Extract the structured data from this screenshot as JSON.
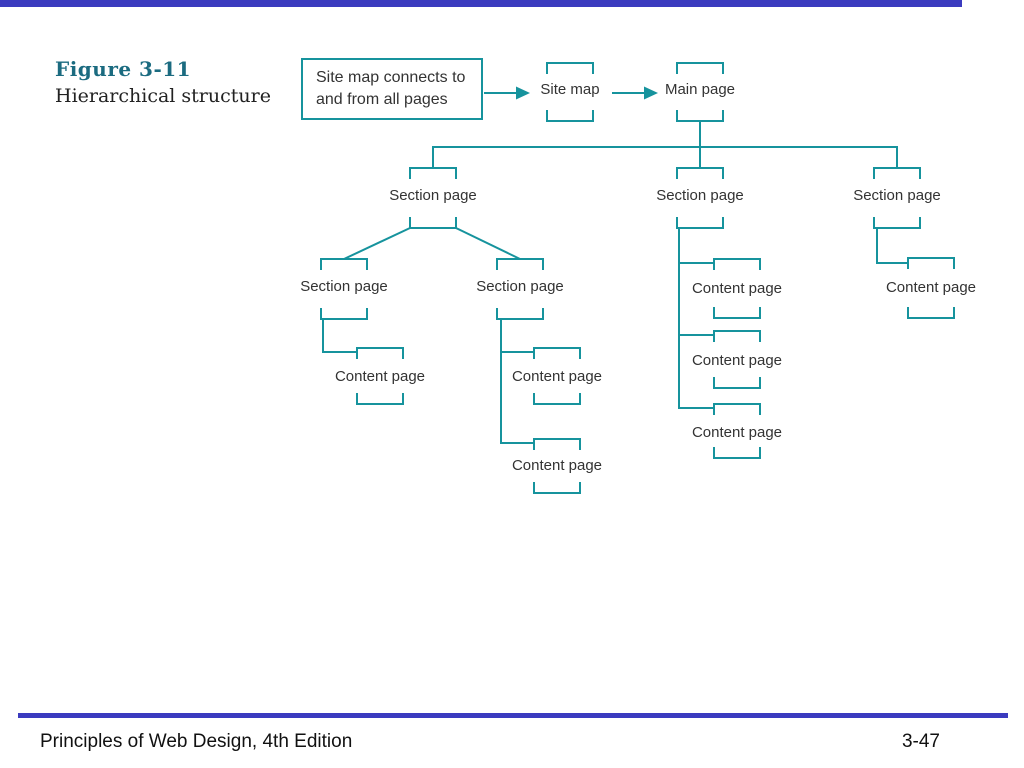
{
  "figure": {
    "label": "Figure 3-11",
    "title": "Hierarchical structure"
  },
  "callout": {
    "line1": "Site map connects to",
    "line2": "and from all pages"
  },
  "nodes": [
    {
      "id": "site-map",
      "label": "Site map"
    },
    {
      "id": "main-page",
      "label": "Main page"
    },
    {
      "id": "section-1",
      "label": "Section page"
    },
    {
      "id": "section-2",
      "label": "Section page"
    },
    {
      "id": "section-3",
      "label": "Section page"
    },
    {
      "id": "section-1a",
      "label": "Section page"
    },
    {
      "id": "section-1b",
      "label": "Section page"
    },
    {
      "id": "content-1a",
      "label": "Content page"
    },
    {
      "id": "content-1b-1",
      "label": "Content page"
    },
    {
      "id": "content-1b-2",
      "label": "Content page"
    },
    {
      "id": "content-2-1",
      "label": "Content page"
    },
    {
      "id": "content-2-2",
      "label": "Content page"
    },
    {
      "id": "content-2-3",
      "label": "Content page"
    },
    {
      "id": "content-3",
      "label": "Content page"
    }
  ],
  "footer": {
    "left": "Principles of Web Design, 4th Edition",
    "right": "3-47"
  },
  "colors": {
    "diagram_teal": "#16939d",
    "rule_indigo": "#3b3bbf",
    "figure_label": "#1b6b80",
    "text": "#333333"
  }
}
